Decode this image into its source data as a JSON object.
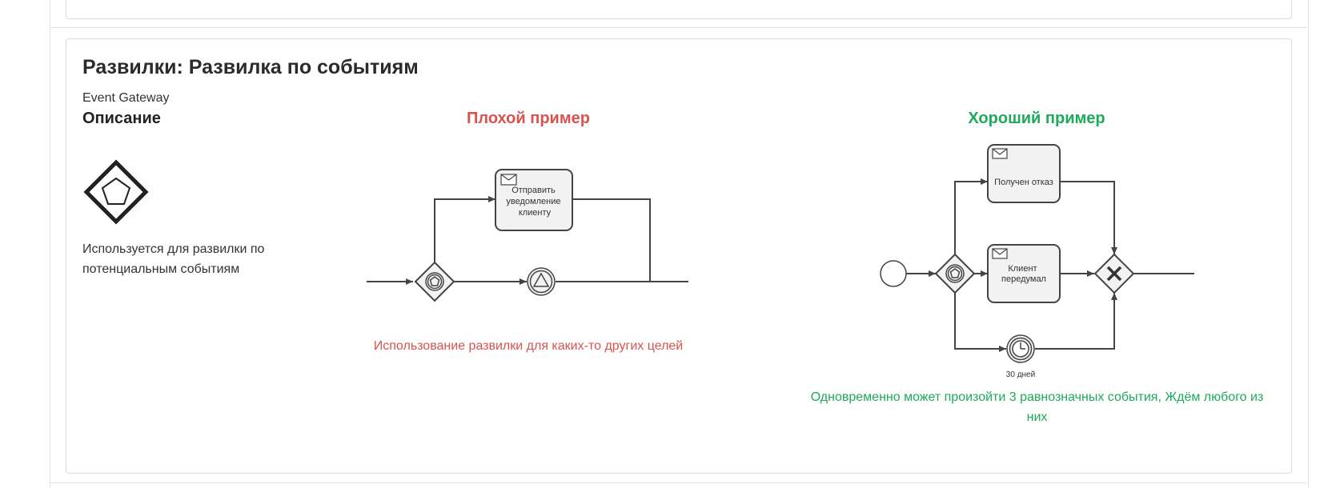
{
  "section": {
    "title": "Развилки: Развилка по событиям",
    "subtitle": "Event Gateway",
    "description_heading": "Описание",
    "description_text": "Используется для развилки по потенциальным событиям",
    "icon": "event-gateway-icon"
  },
  "bad_example": {
    "title": "Плохой пример",
    "caption": "Использование развилки для каких-то других целей",
    "task_label": [
      "Отправить",
      "уведомление",
      "клиенту"
    ]
  },
  "good_example": {
    "title": "Хороший пример",
    "caption": "Одновременно может произойти 3 равнозначных события, Ждём любого из них",
    "task_top_label": "Получен отказ",
    "task_mid_label": [
      "Клиент",
      "передумал"
    ],
    "timer_label": "30 дней"
  },
  "colors": {
    "bad": "#d9534f",
    "good": "#1eaa5a",
    "stroke": "#444444",
    "task_fill": "#f2f2f2"
  }
}
